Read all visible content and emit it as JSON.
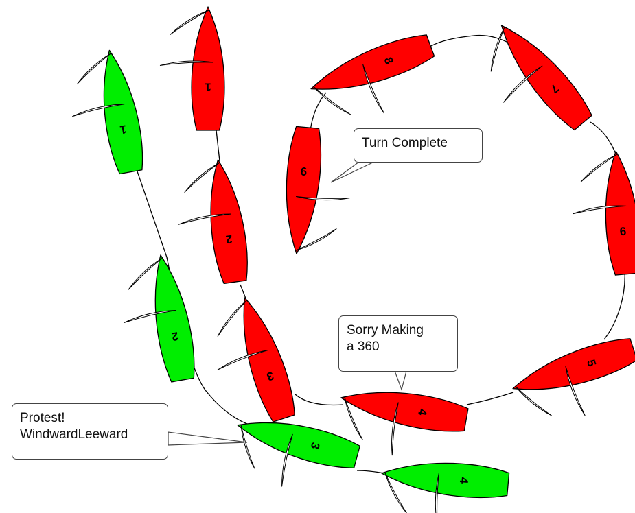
{
  "colors": {
    "green_boat": "#00ee00",
    "red_boat": "#ff0000",
    "line": "#000000",
    "sail": "#ffffff"
  },
  "green_boats": [
    {
      "label": "1"
    },
    {
      "label": "2"
    },
    {
      "label": "3"
    },
    {
      "label": "4"
    }
  ],
  "red_boats": [
    {
      "label": "1"
    },
    {
      "label": "2"
    },
    {
      "label": "3"
    },
    {
      "label": "4"
    },
    {
      "label": "5"
    },
    {
      "label": "6"
    },
    {
      "label": "7"
    },
    {
      "label": "8"
    },
    {
      "label": "9"
    }
  ],
  "callouts": {
    "turn_complete": "Turn Complete",
    "sorry": "Sorry Making\na 360",
    "protest": "Protest!\nWindwardLeeward"
  }
}
